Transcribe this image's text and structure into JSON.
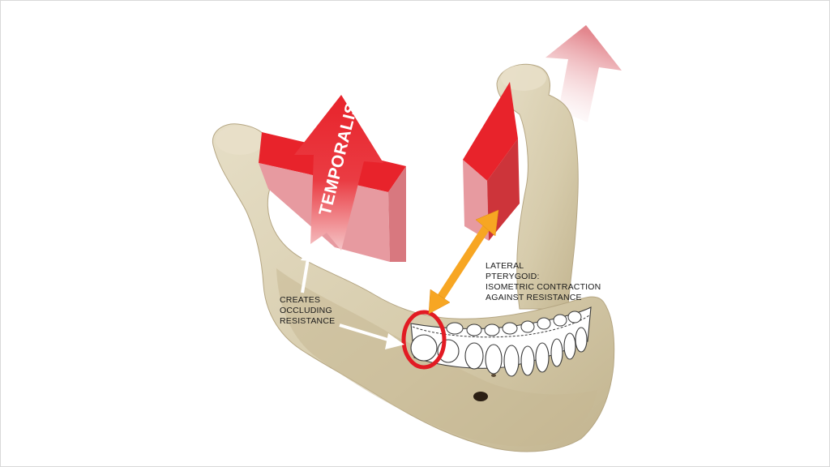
{
  "labels": {
    "temporalis": "TEMPORALIS",
    "creates_line1": "CREATES",
    "creates_line2": "OCCLUDING",
    "creates_line3": "RESISTANCE",
    "lateral_line1": "LATERAL",
    "lateral_line2": "PTERYGOID:",
    "lateral_line3": "ISOMETRIC CONTRACTION",
    "lateral_line4": "AGAINST RESISTANCE"
  },
  "colors": {
    "bone": "#d9cfb4",
    "bone_shadow": "#bfb28f",
    "muscle_red": "#e8232b",
    "muscle_pink": "#e79aa0",
    "orange_arrow": "#f7a623",
    "highlight_circle": "#e21b23",
    "tooth": "#ffffff"
  }
}
